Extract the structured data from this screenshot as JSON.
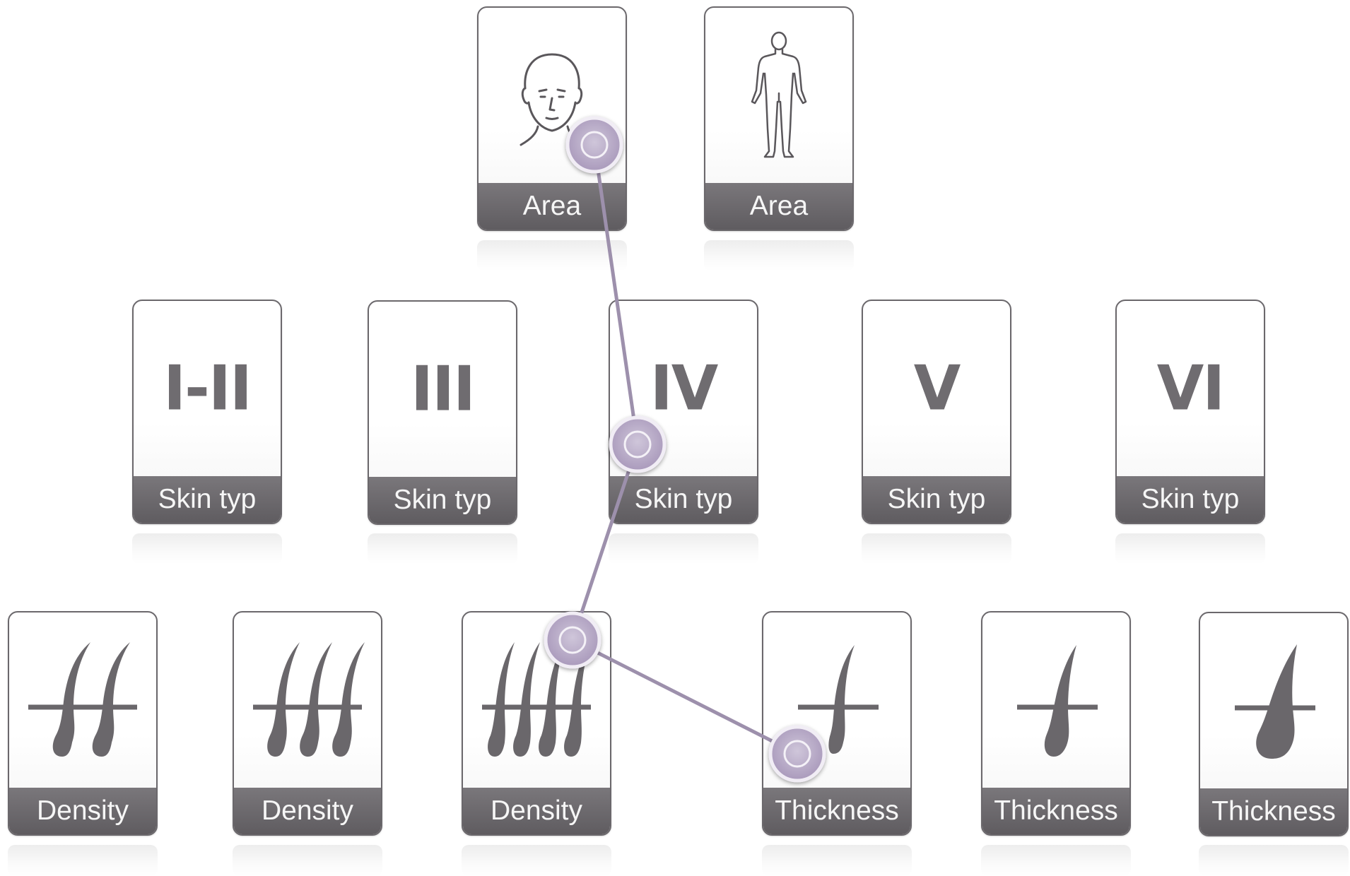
{
  "colors": {
    "label_bg": "#6b686c",
    "icon": "#6f6c70",
    "path_line": "#9d90ac",
    "marker_fill": "#b9aec9",
    "marker_ring": "#efeaf3"
  },
  "rows": {
    "area": [
      {
        "label": "Area",
        "icon": "head-icon"
      },
      {
        "label": "Area",
        "icon": "body-icon"
      }
    ],
    "skin": [
      {
        "label": "Skin typ",
        "numeral": "I-II"
      },
      {
        "label": "Skin typ",
        "numeral": "III"
      },
      {
        "label": "Skin typ",
        "numeral": "IV"
      },
      {
        "label": "Skin typ",
        "numeral": "V"
      },
      {
        "label": "Skin typ",
        "numeral": "VI"
      }
    ],
    "hair": [
      {
        "label": "Density",
        "icon": "hair-density-2-icon"
      },
      {
        "label": "Density",
        "icon": "hair-density-3-icon"
      },
      {
        "label": "Density",
        "icon": "hair-density-4-icon"
      },
      {
        "label": "Thickness",
        "icon": "hair-thin-icon"
      },
      {
        "label": "Thickness",
        "icon": "hair-medium-icon"
      },
      {
        "label": "Thickness",
        "icon": "hair-thick-icon"
      }
    ]
  }
}
